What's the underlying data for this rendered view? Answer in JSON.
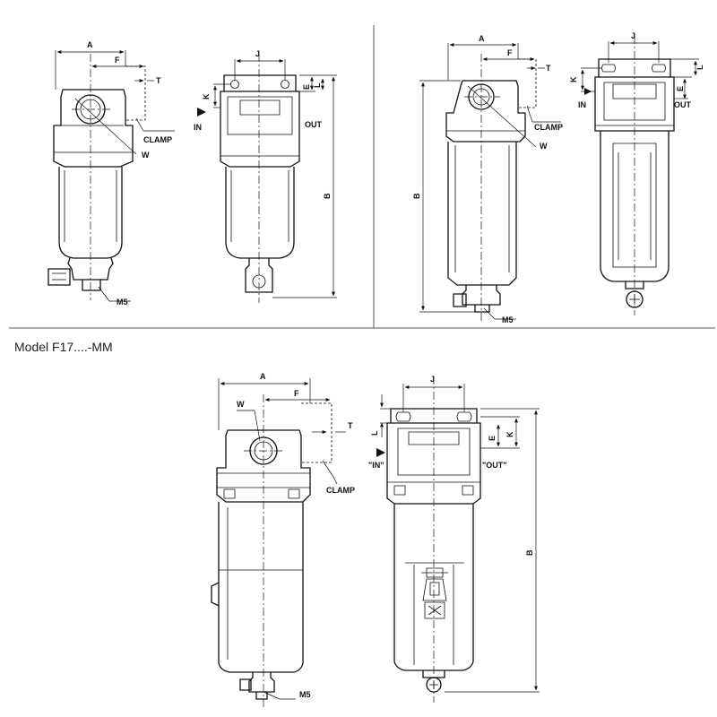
{
  "caption": "Model F17....-MM",
  "labels": {
    "A": "A",
    "B": "B",
    "E": "E",
    "F": "F",
    "J": "J",
    "K": "K",
    "L": "L",
    "T": "T",
    "W": "W",
    "M5": "M5",
    "CLAMP": "CLAMP",
    "IN": "IN",
    "OUT": "OUT",
    "IN_quoted": "\"IN\"",
    "OUT_quoted": "\"OUT\""
  }
}
